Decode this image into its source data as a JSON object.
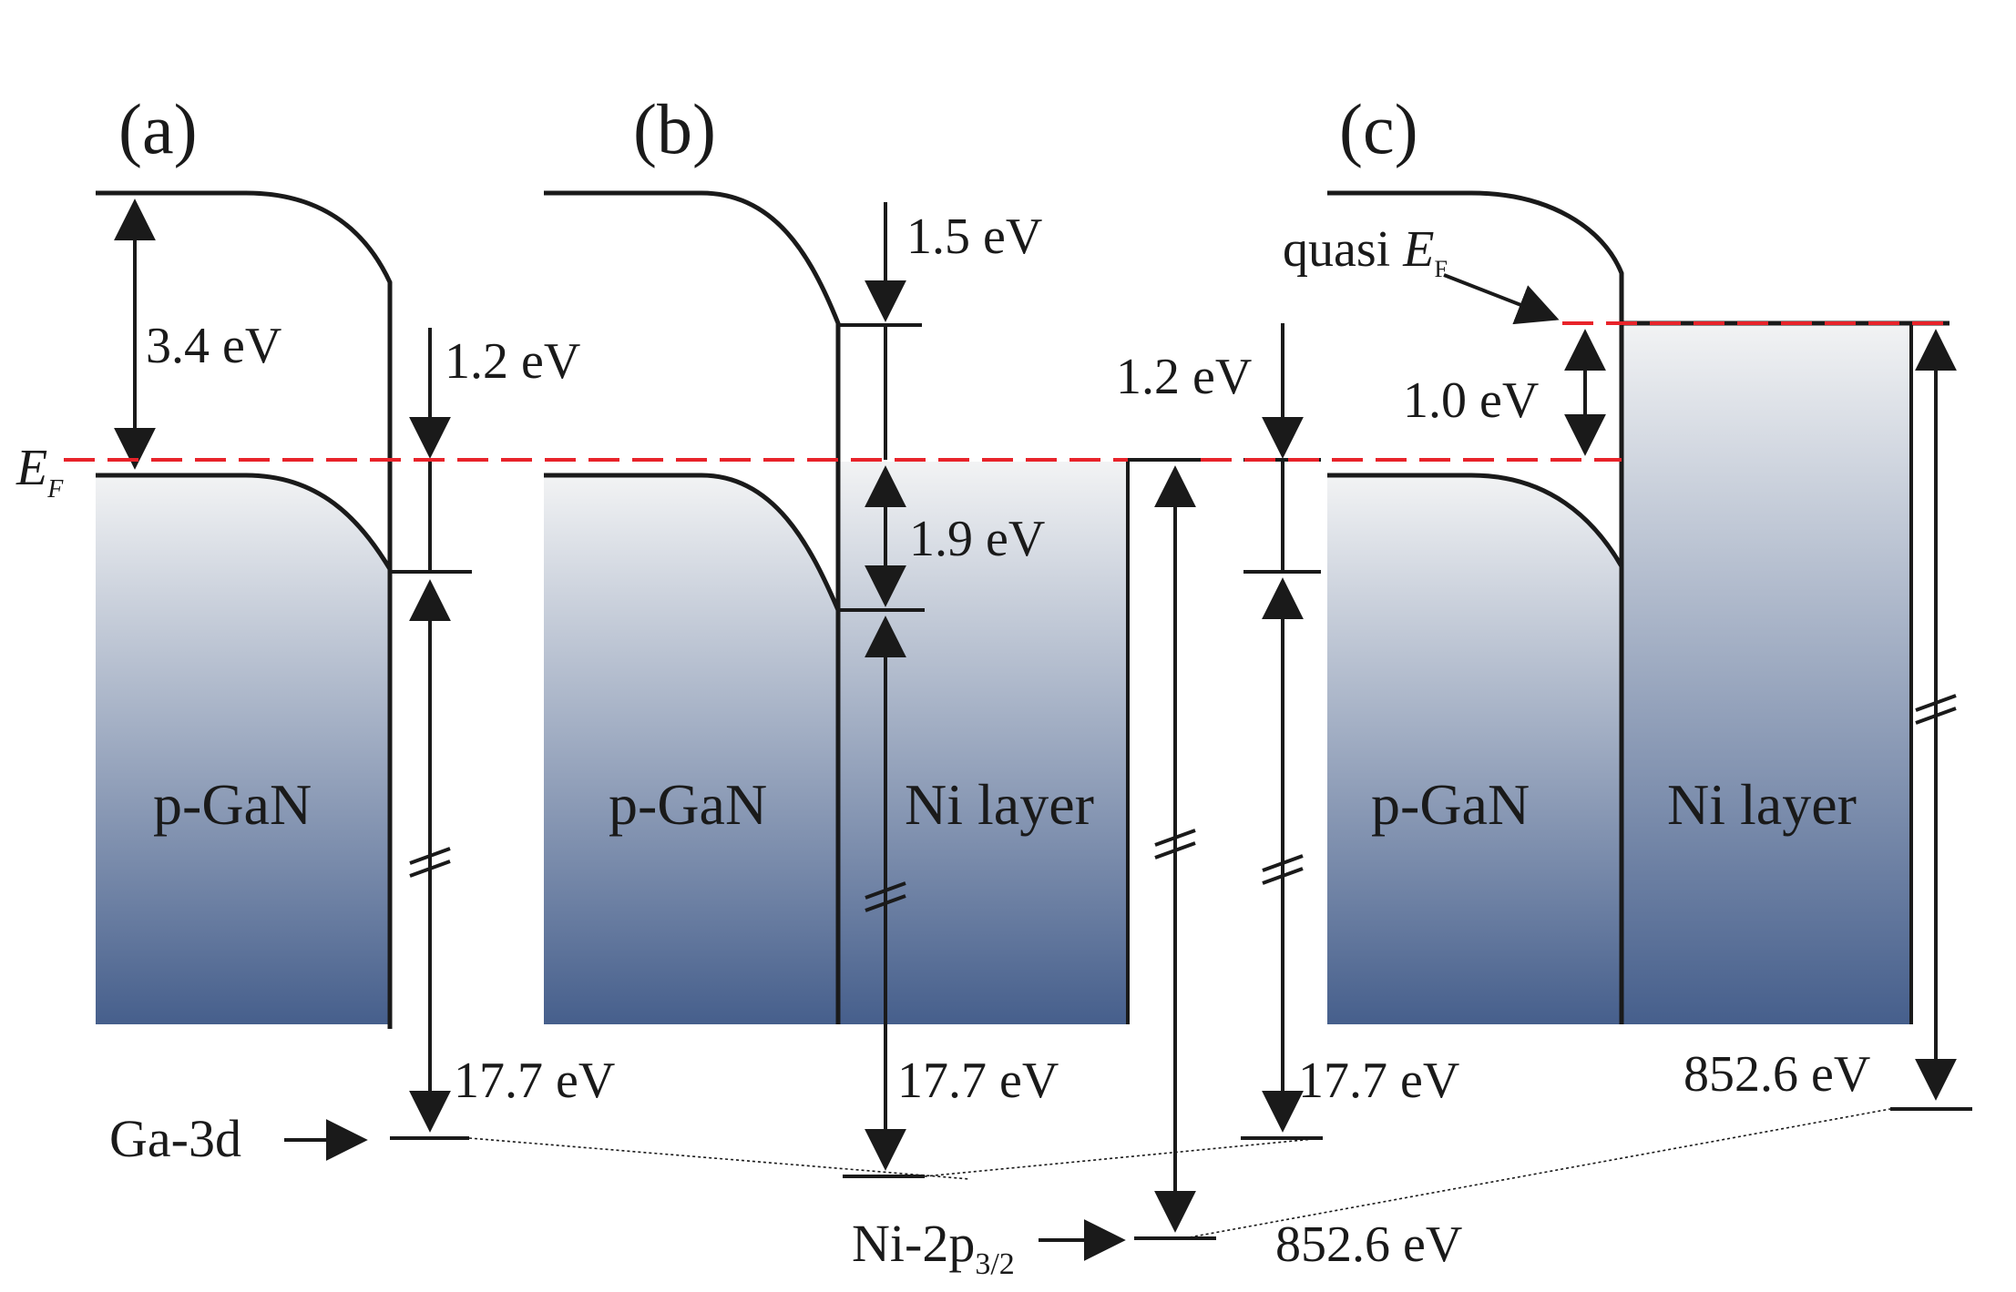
{
  "panels": [
    {
      "label": "(a)",
      "region_labels": [
        "p-GaN"
      ]
    },
    {
      "label": "(b)",
      "region_labels": [
        "p-GaN",
        "Ni layer"
      ]
    },
    {
      "label": "(c)",
      "region_labels": [
        "p-GaN",
        "Ni layer"
      ]
    }
  ],
  "fermi": {
    "symbol": "E",
    "subscript": "F"
  },
  "quasi_fermi": {
    "prefix": "quasi ",
    "symbol": "E",
    "subscript": "F"
  },
  "energies": {
    "a_gap": "3.4 eV",
    "a_bend": "1.2 eV",
    "a_core": "17.7 eV",
    "b_top": "1.5 eV",
    "b_mid": "1.9 eV",
    "b_core": "17.7 eV",
    "b_ni_bend": "1.2 eV",
    "b_ni_core_value": "852.6 eV",
    "c_core": "17.7 eV",
    "c_split": "1.0 eV",
    "c_ni_core": "852.6 eV"
  },
  "core_levels": {
    "ga": "Ga-3d",
    "ni": {
      "prefix": "Ni-2p",
      "subscript": "3/2"
    }
  },
  "colors": {
    "fill_top": "#f2f3f4",
    "fill_bottom": "#465f8c",
    "fermi_line": "#e8232a",
    "ink": "#1a1a1a"
  }
}
